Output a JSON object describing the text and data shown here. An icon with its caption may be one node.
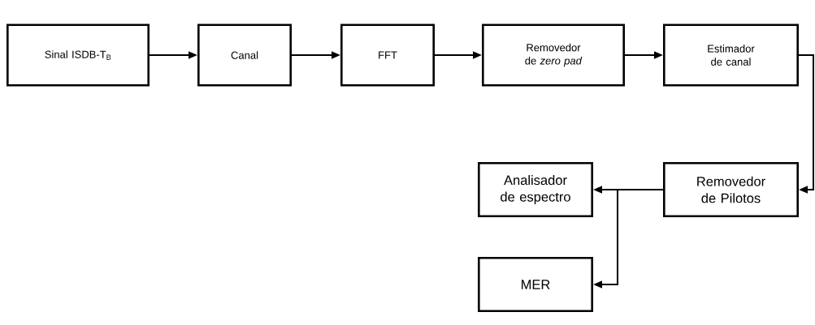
{
  "diagram": {
    "nodes": [
      {
        "text": [
          "Sinal ISDB-T$_{B}$"
        ]
      },
      {
        "text": [
          "Canal"
        ]
      },
      {
        "text": [
          "FFT"
        ]
      },
      {
        "text": [
          "Removedor de *zero pad*"
        ]
      },
      {
        "text": [
          "Estimador de canal"
        ]
      },
      {
        "text": [
          "Removedor de Pilotos"
        ]
      },
      {
        "text": [
          "Analisador de espectro"
        ]
      },
      {
        "text": [
          "MER"
        ]
      }
    ],
    "edges": [
      {
        "from": 0,
        "to": 1,
        "arrow": "to"
      },
      {
        "from": 1,
        "to": 2,
        "arrow": "to"
      },
      {
        "from": 2,
        "to": 3,
        "arrow": "to"
      },
      {
        "from": 3,
        "to": 4,
        "arrow": "to"
      },
      {
        "from": 4,
        "to": 5,
        "arrow": "to"
      },
      {
        "from": 5,
        "to": 6,
        "arrow": "to"
      },
      {
        "from": 5,
        "to": 7,
        "arrow": "to"
      }
    ]
  }
}
